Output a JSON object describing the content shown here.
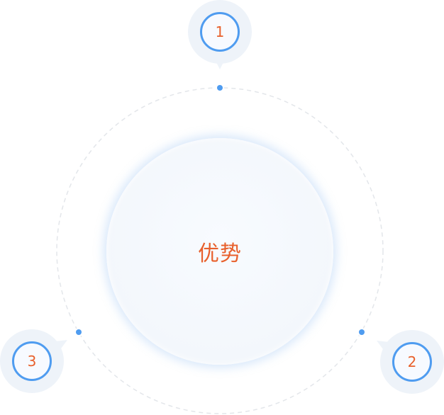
{
  "diagram": {
    "center_label": "优势",
    "nodes": [
      {
        "number": "1"
      },
      {
        "number": "2"
      },
      {
        "number": "3"
      }
    ]
  },
  "colors": {
    "accent_blue": "#4f9cf0",
    "label_orange": "#e8602c",
    "bubble_bg": "#eef3f9",
    "orbit_line": "#e3e6ea"
  }
}
